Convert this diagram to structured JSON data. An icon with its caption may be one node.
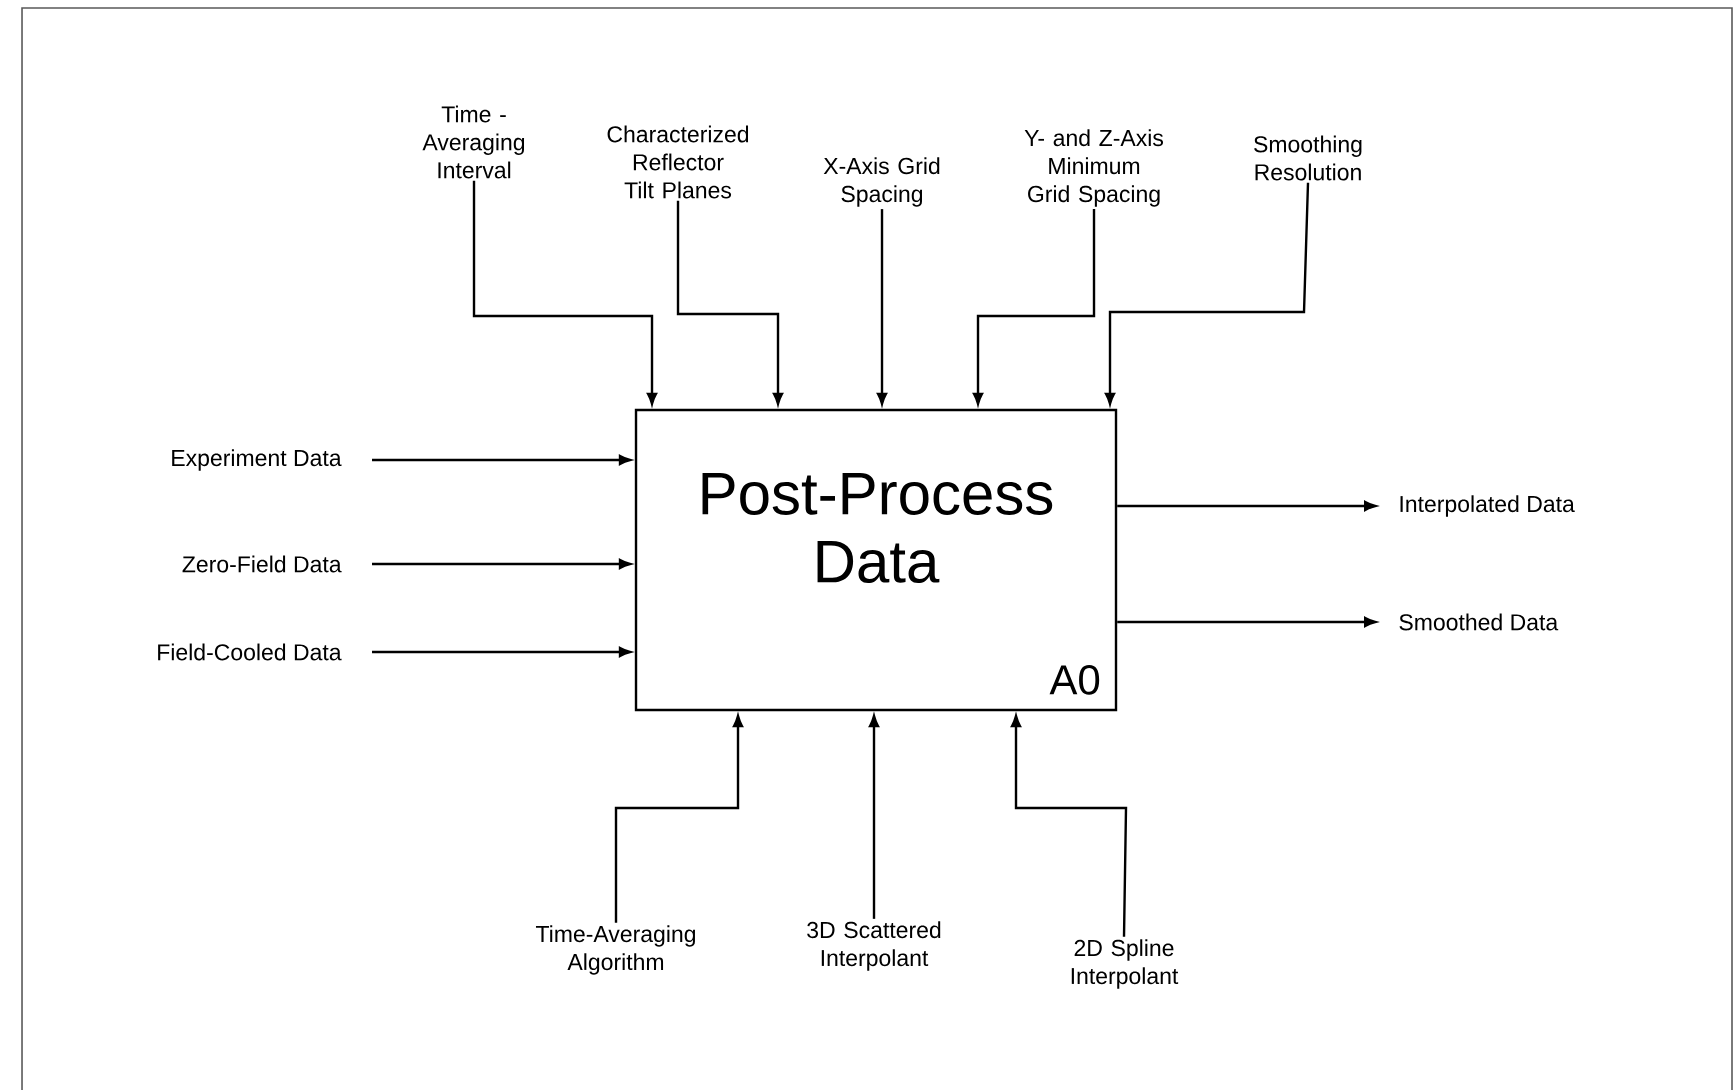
{
  "diagram": {
    "nodes": [
      {
        "text": [
          "Post-Process Data",
          "A0"
        ]
      },
      {
        "text": [
          "Time - Averaging Interval"
        ]
      },
      {
        "text": [
          "Characterized Reflector Tilt Planes"
        ]
      },
      {
        "text": [
          "X-Axis Grid Spacing"
        ]
      },
      {
        "text": [
          "Y- and Z-Axis Minimum Grid Spacing"
        ]
      },
      {
        "text": [
          "Smoothing Resolution"
        ]
      },
      {
        "text": [
          "Experiment Data"
        ]
      },
      {
        "text": [
          "Zero-Field Data"
        ]
      },
      {
        "text": [
          "Field-Cooled Data"
        ]
      },
      {
        "text": [
          "Interpolated Data"
        ]
      },
      {
        "text": [
          "Smoothed Data"
        ]
      },
      {
        "text": [
          "Time-Averaging Algorithm"
        ]
      },
      {
        "text": [
          "3D Scattered Interpolant"
        ]
      },
      {
        "text": [
          "2D Spline Interpolant"
        ]
      }
    ],
    "edges": [
      {
        "from": 1,
        "to": 0,
        "arrow": "to"
      },
      {
        "from": 2,
        "to": 0,
        "arrow": "to"
      },
      {
        "from": 3,
        "to": 0,
        "arrow": "to"
      },
      {
        "from": 4,
        "to": 0,
        "arrow": "to"
      },
      {
        "from": 5,
        "to": 0,
        "arrow": "to"
      },
      {
        "from": 6,
        "to": 0,
        "arrow": "to"
      },
      {
        "from": 7,
        "to": 0,
        "arrow": "to"
      },
      {
        "from": 8,
        "to": 0,
        "arrow": "to"
      },
      {
        "from": 0,
        "to": 9,
        "arrow": "to"
      },
      {
        "from": 0,
        "to": 10,
        "arrow": "to"
      },
      {
        "from": 11,
        "to": 0,
        "arrow": "to"
      },
      {
        "from": 12,
        "to": 0,
        "arrow": "to"
      },
      {
        "from": 13,
        "to": 0,
        "arrow": "to"
      }
    ]
  }
}
